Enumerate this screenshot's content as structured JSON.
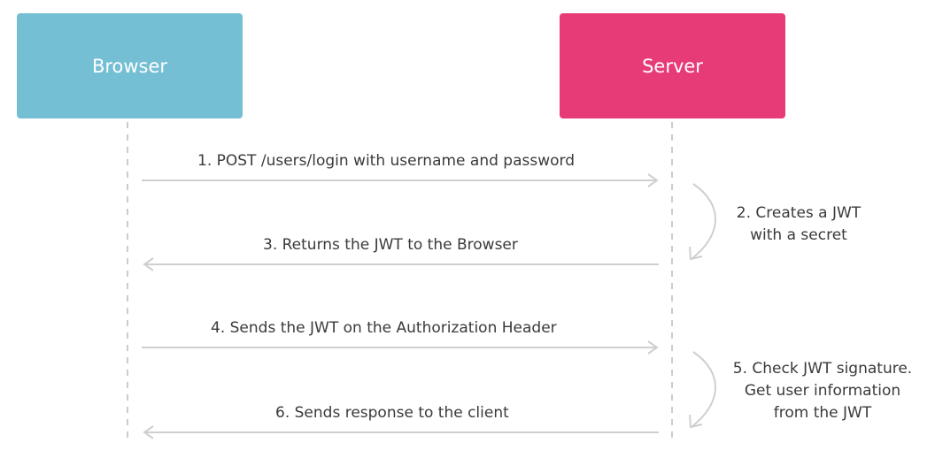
{
  "actors": {
    "browser": {
      "label": "Browser",
      "color": "#74BFD4"
    },
    "server": {
      "label": "Server",
      "color": "#E73B77"
    }
  },
  "colors": {
    "lifeline": "#cccccc",
    "arrow": "#cfcfcf",
    "text": "#3a3a3a"
  },
  "messages": [
    {
      "label": "1. POST /users/login with username and password",
      "direction": "to-server"
    },
    {
      "label": "3. Returns the JWT to the Browser",
      "direction": "to-browser"
    },
    {
      "label": "4. Sends the JWT on the Authorization Header",
      "direction": "to-server"
    },
    {
      "label": "6. Sends response to the client",
      "direction": "to-browser"
    }
  ],
  "notes": [
    {
      "lines": [
        "2. Creates a JWT",
        "with a secret"
      ]
    },
    {
      "lines": [
        "5. Check JWT signature.",
        "Get user information",
        "from the JWT"
      ]
    }
  ]
}
